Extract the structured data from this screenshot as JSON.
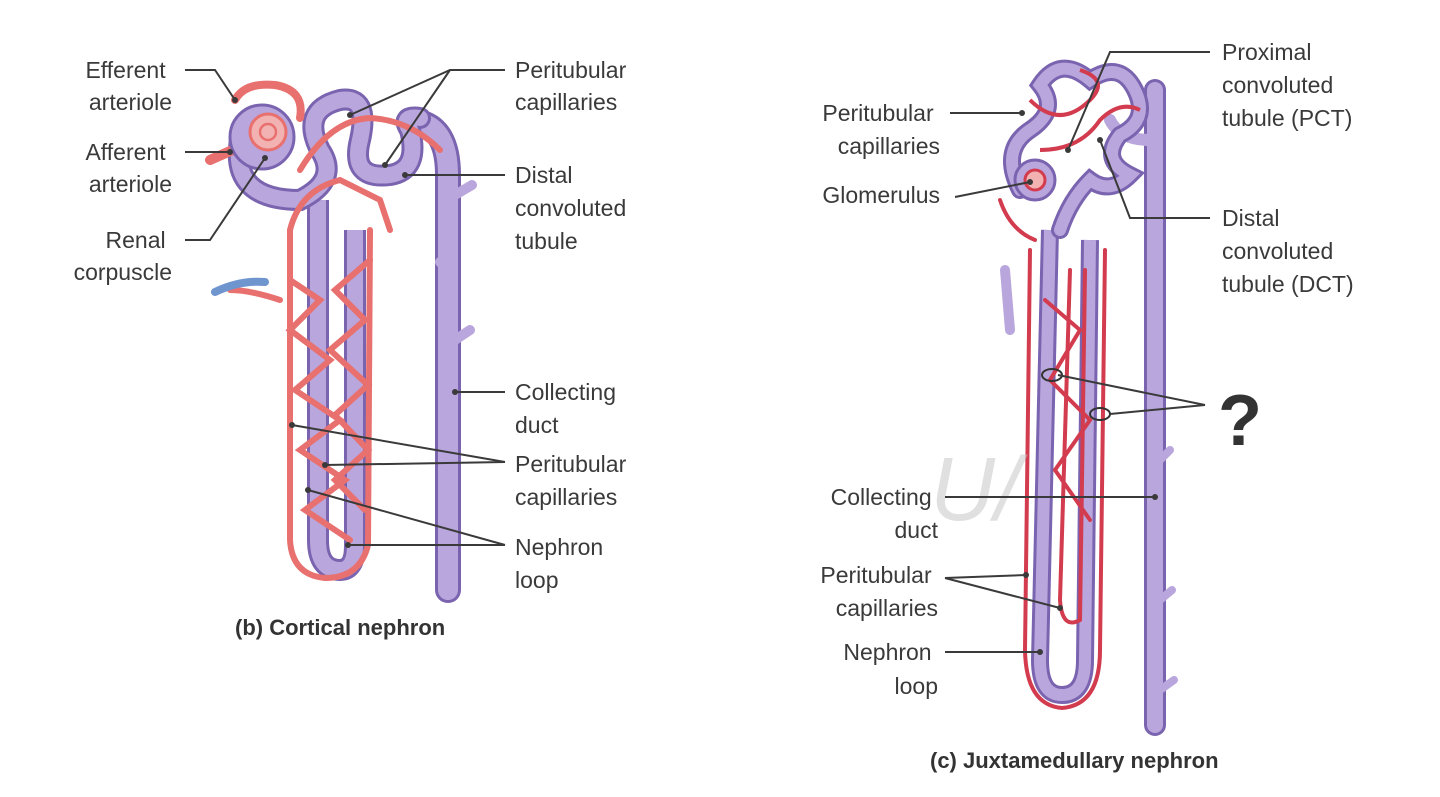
{
  "colors": {
    "tubule": "#b9a6dc",
    "tubule_edge": "#7a64b0",
    "capillary": "#e8706e",
    "capillary_dark": "#d23c4e",
    "vein": "#6f95cf",
    "label": "#3a3a3a"
  },
  "cortical": {
    "caption": "(b) Cortical nephron",
    "efferent": [
      "Efferent",
      "arteriole"
    ],
    "afferent": [
      "Afferent",
      "arteriole"
    ],
    "corpuscle": [
      "Renal",
      "corpuscle"
    ],
    "peritubular_top": [
      "Peritubular",
      "capillaries"
    ],
    "dct": [
      "Distal",
      "convoluted",
      "tubule"
    ],
    "collecting": [
      "Collecting",
      "duct"
    ],
    "peritubular_bottom": [
      "Peritubular",
      "capillaries"
    ],
    "loop": [
      "Nephron",
      "loop"
    ]
  },
  "juxta": {
    "caption": "(c) Juxtamedullary nephron",
    "peritubular_top": [
      "Peritubular",
      "capillaries"
    ],
    "glomerulus": "Glomerulus",
    "pct": [
      "Proximal",
      "convoluted",
      "tubule (PCT)"
    ],
    "dct": [
      "Distal",
      "convoluted",
      "tubule (DCT)"
    ],
    "question": "?",
    "collecting": [
      "Collecting",
      "duct"
    ],
    "peritubular_bottom": [
      "Peritubular",
      "capillaries"
    ],
    "loop": [
      "Nephron",
      "loop"
    ]
  }
}
